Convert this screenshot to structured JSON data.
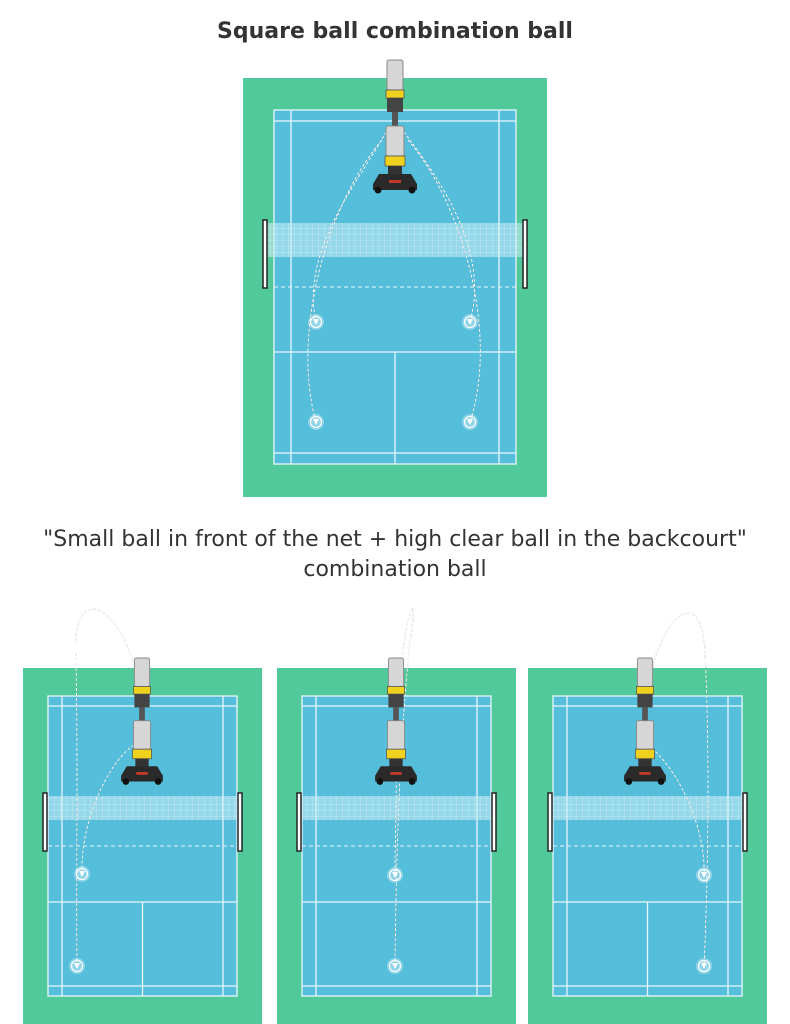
{
  "section_1": {
    "title": "Square ball combination ball"
  },
  "section_2": {
    "title_line_1": "\"Small ball in front of the net + high clear ball in the backcourt\"",
    "title_line_2": "combination ball"
  },
  "colors": {
    "surround": "#52c99a",
    "court": "#55bedb",
    "lines": "#e9f6fb",
    "net": "#c8ecf6",
    "trajectory": "#ffffff",
    "trajectory_outer": "#333333",
    "machine_body": "#d6d6d6",
    "machine_accent": "#f0d21e",
    "machine_base": "#2a2a2a"
  },
  "icons": {
    "machine": "shuttle-launcher-icon",
    "landing": "shuttlecock-icon"
  }
}
